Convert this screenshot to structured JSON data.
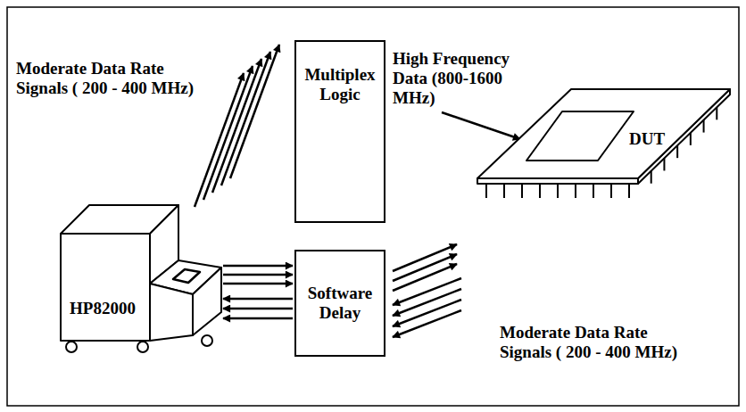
{
  "diagram": {
    "nodes": [
      {
        "text": [
          "Multiplex Logic"
        ]
      },
      {
        "text": [
          "DUT"
        ]
      },
      {
        "text": [
          "Software Delay"
        ]
      },
      {
        "text": [
          "HP82000"
        ]
      }
    ],
    "edges": [
      {
        "from": 3,
        "to": 0,
        "arrow": "to"
      },
      {
        "from": 3,
        "to": 2,
        "arrow": "both"
      },
      {
        "from": 2,
        "to": 1,
        "arrow": "both"
      }
    ],
    "labels": [
      "Moderate Data Rate Signals ( 200 - 400 MHz)",
      "High Frequency Data (800-1600 MHz)",
      "Moderate Data Rate Signals ( 200 - 400 MHz)"
    ]
  }
}
